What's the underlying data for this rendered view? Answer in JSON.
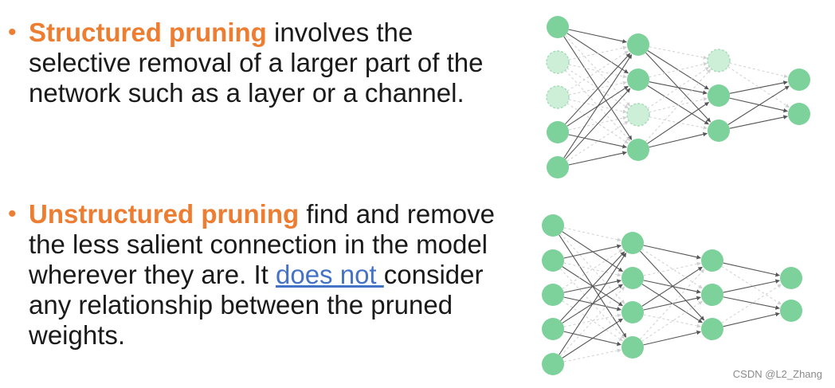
{
  "structured": {
    "bullet": "•",
    "term": "Structured pruning",
    "rest": " involves the selective removal of a larger part of the network such as a layer or a channel."
  },
  "unstructured": {
    "bullet": "•",
    "term": "Unstructured pruning",
    "rest_before": " find and remove the less salient connection in the model wherever they are. It ",
    "link": "does not ",
    "rest_after": "consider any relationship between the pruned weights."
  },
  "watermark": "CSDN @L2_Zhang",
  "colors": {
    "accent": "#ED7D31",
    "link": "#4472C4",
    "node": "#7DD19A",
    "node_pruned": "#CDEFD8",
    "edge": "#555555",
    "edge_pruned": "#D0D0D0"
  }
}
